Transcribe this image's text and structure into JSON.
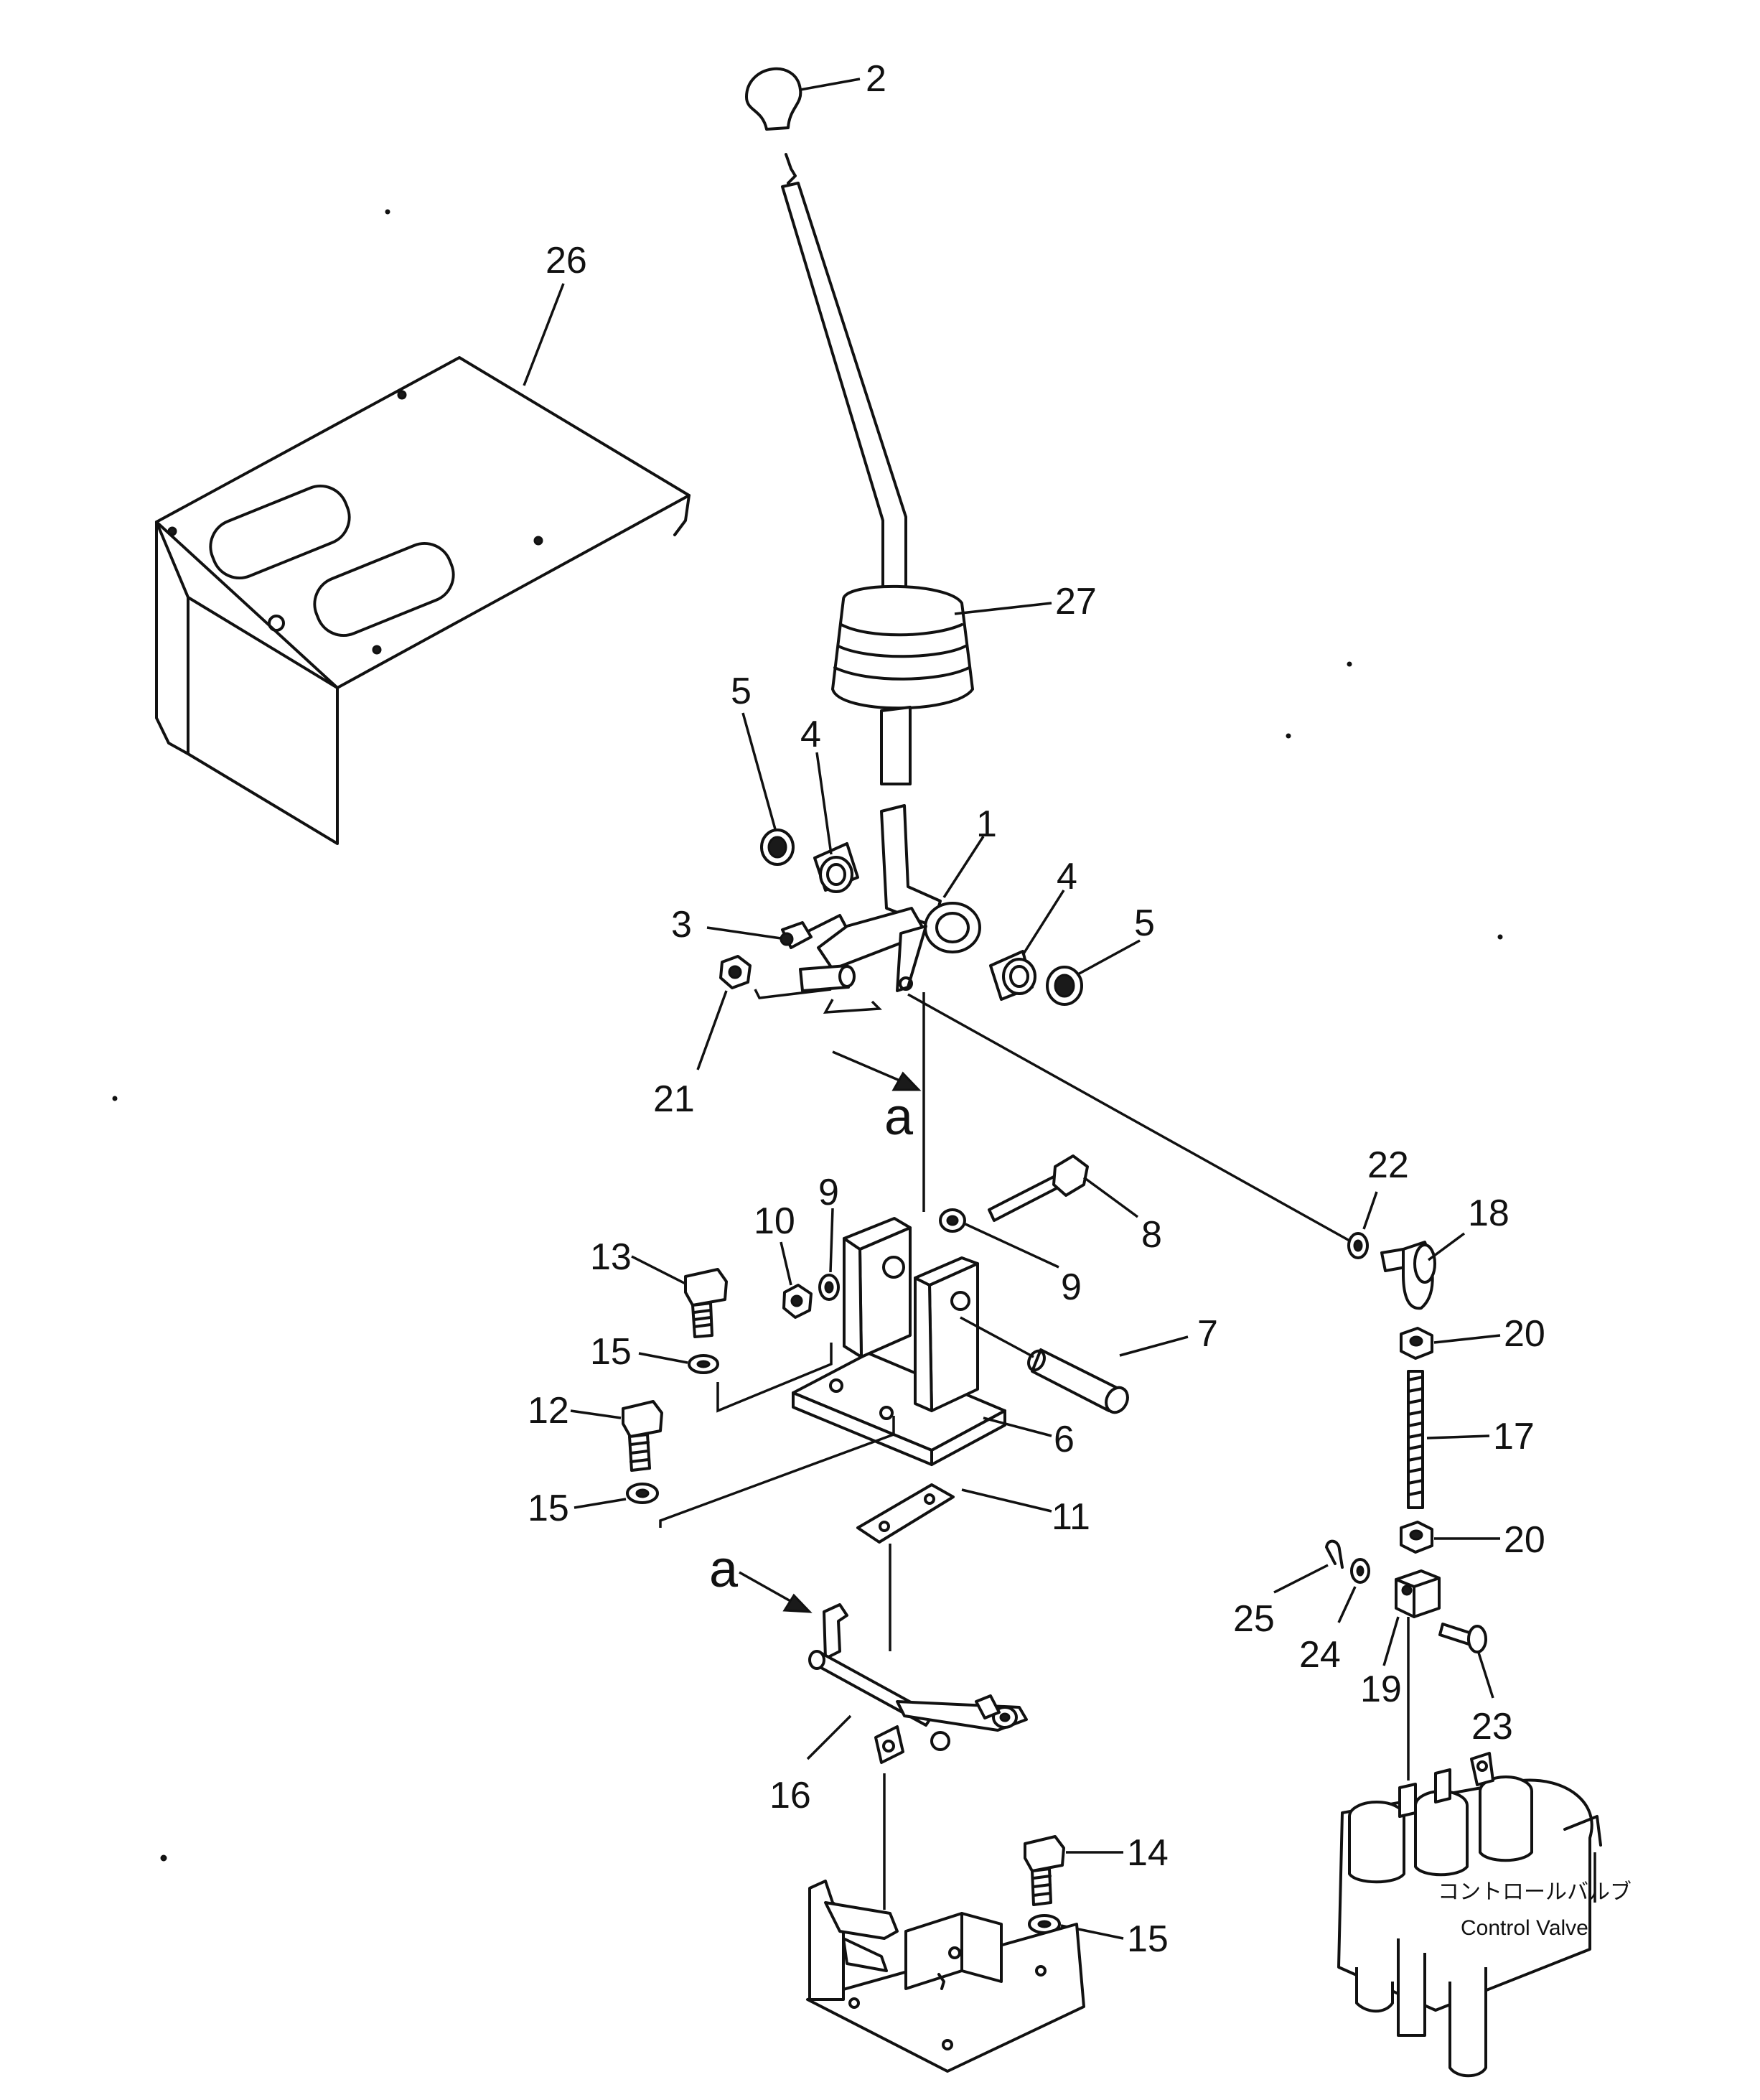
{
  "diagram": {
    "callouts": {
      "c1": "1",
      "c2": "2",
      "c3": "3",
      "c4a": "4",
      "c4b": "4",
      "c5a": "5",
      "c5b": "5",
      "c6": "6",
      "c7": "7",
      "c8": "8",
      "c9a": "9",
      "c9b": "9",
      "c10": "10",
      "c11": "11",
      "c12": "12",
      "c13": "13",
      "c14": "14",
      "c15a": "15",
      "c15b": "15",
      "c15c": "15",
      "c16": "16",
      "c17": "17",
      "c18": "18",
      "c19": "19",
      "c20a": "20",
      "c20b": "20",
      "c21": "21",
      "c22": "22",
      "c23": "23",
      "c24": "24",
      "c25": "25",
      "c26": "26",
      "c27": "27"
    },
    "view_marks": {
      "upper": "a",
      "lower": "a"
    },
    "control_valve": {
      "label_jp": "コントロールバルブ",
      "label_en": "Control Valve"
    }
  }
}
